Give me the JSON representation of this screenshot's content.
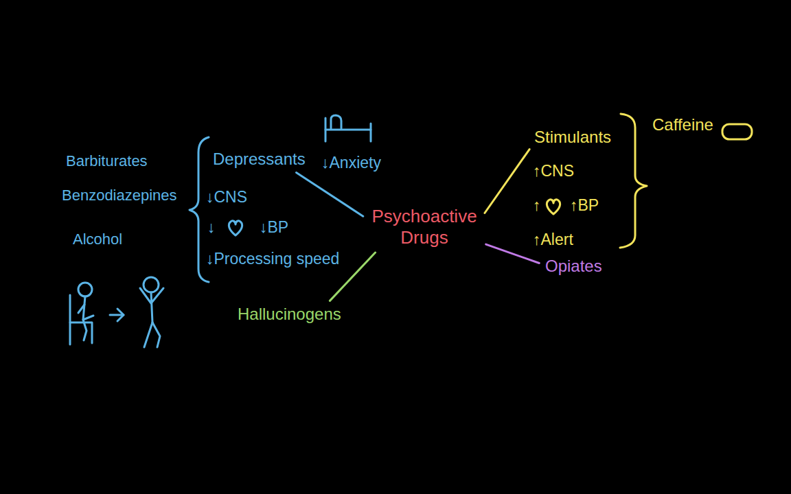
{
  "diagram": {
    "nodes": [
      {
        "text": [
          "Psychoactive Drugs"
        ]
      },
      {
        "text": [
          "Depressants"
        ]
      },
      {
        "text": [
          "Stimulants"
        ]
      },
      {
        "text": [
          "Opiates"
        ]
      },
      {
        "text": [
          "Hallucinogens"
        ]
      }
    ],
    "edges": [
      {
        "from": 0,
        "to": 1,
        "arrow": "none"
      },
      {
        "from": 0,
        "to": 2,
        "arrow": "none"
      },
      {
        "from": 0,
        "to": 3,
        "arrow": "none"
      },
      {
        "from": 0,
        "to": 4,
        "arrow": "none"
      }
    ],
    "labels": [
      "Barbiturates",
      "Benzodiazepines",
      "Alcohol",
      "↓Anxiety",
      "↓CNS",
      "↓",
      "↓BP",
      "↓Processing speed",
      "↑CNS",
      "↑",
      "↑BP",
      "↑Alert",
      "Caffeine"
    ]
  }
}
